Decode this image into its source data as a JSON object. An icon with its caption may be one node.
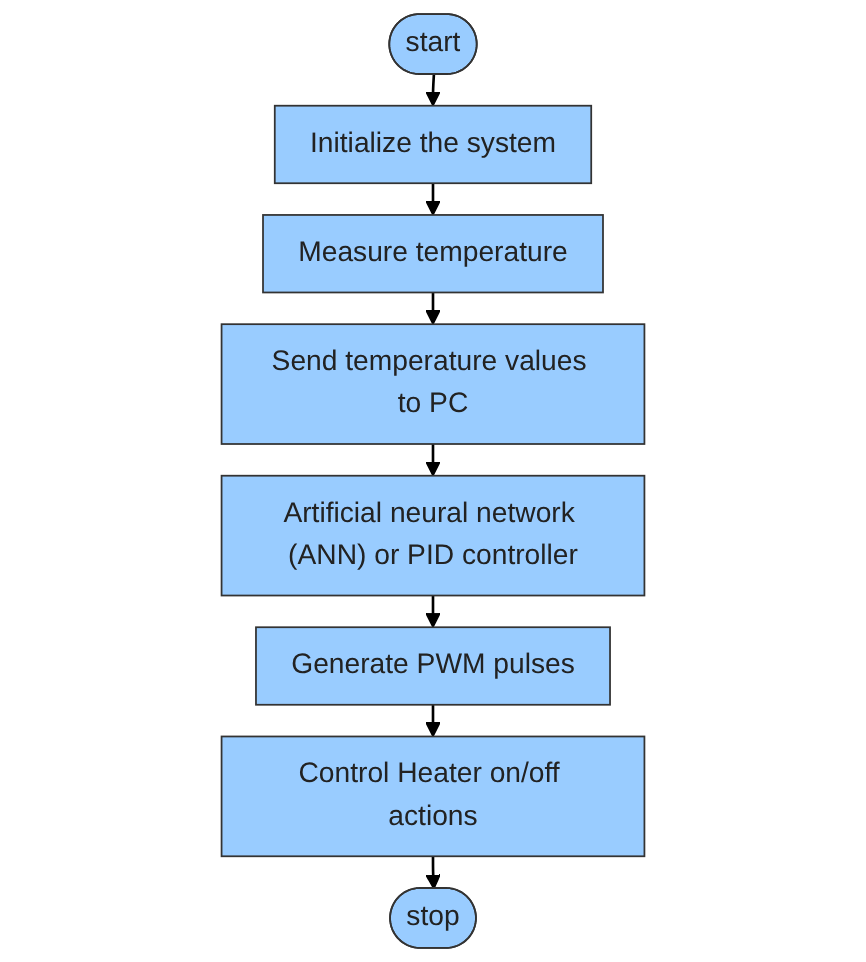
{
  "diagram": {
    "nodes": [
      {
        "text": [
          "start"
        ]
      },
      {
        "text": [
          "Initialize the system"
        ]
      },
      {
        "text": [
          "Measure temperature"
        ]
      },
      {
        "text": [
          "Send temperature values to PC"
        ]
      },
      {
        "text": [
          "Artificial neural network (ANN) or PID controller"
        ]
      },
      {
        "text": [
          "Generate PWM pulses"
        ]
      },
      {
        "text": [
          "Control Heater on/off actions"
        ]
      },
      {
        "text": [
          "stop"
        ]
      }
    ],
    "edges": [
      {
        "from": 0,
        "to": 1,
        "arrow": "to"
      },
      {
        "from": 1,
        "to": 2,
        "arrow": "to"
      },
      {
        "from": 2,
        "to": 3,
        "arrow": "to"
      },
      {
        "from": 3,
        "to": 4,
        "arrow": "to"
      },
      {
        "from": 4,
        "to": 5,
        "arrow": "to"
      },
      {
        "from": 5,
        "to": 6,
        "arrow": "to"
      },
      {
        "from": 6,
        "to": 7,
        "arrow": "to"
      }
    ]
  }
}
